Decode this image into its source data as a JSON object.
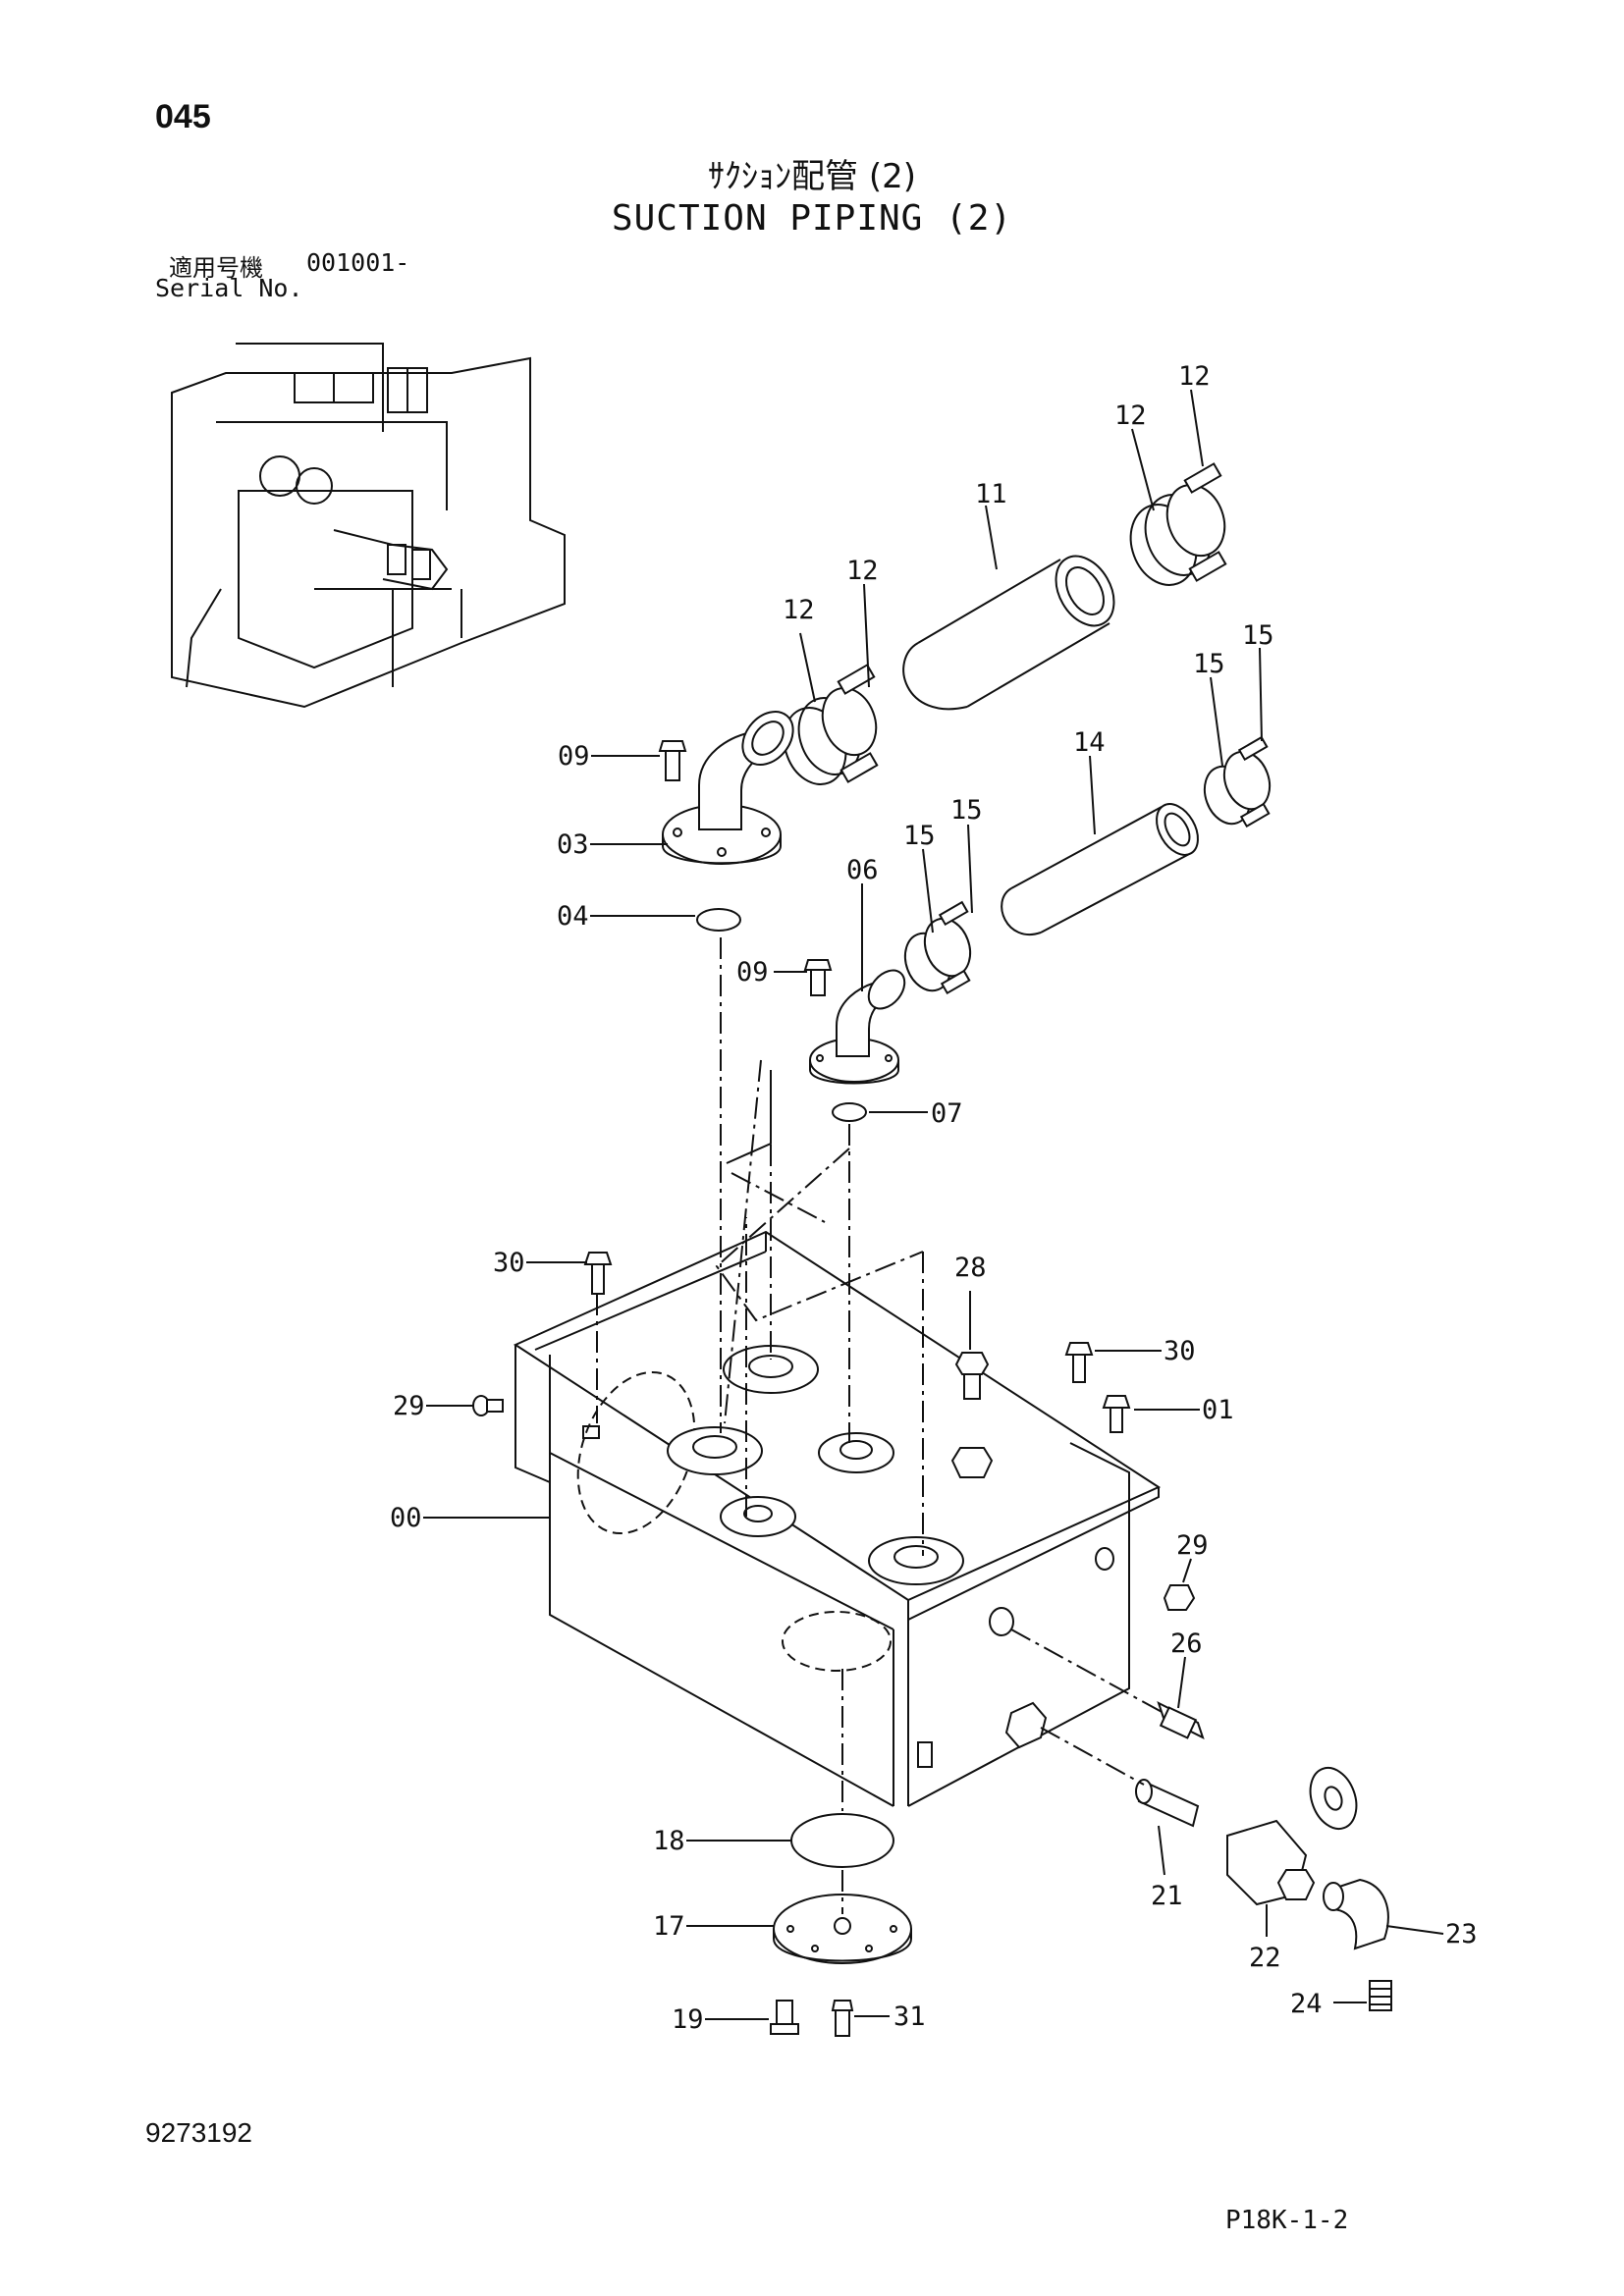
{
  "page_number": "045",
  "title_jp": "ｻｸｼｮﾝ配管 (2)",
  "title_en": "SUCTION PIPING (2)",
  "serial": {
    "label_jp": "適用号機",
    "label_en": "Serial No.",
    "value": "001001-"
  },
  "doc_number": "9273192",
  "figure_ref": "P18K-1-2",
  "callouts": {
    "c12a": "12",
    "c12b": "12",
    "c12c": "12",
    "c12d": "12",
    "c11": "11",
    "c15a": "15",
    "c15b": "15",
    "c15c": "15",
    "c15d": "15",
    "c14": "14",
    "c09a": "09",
    "c09b": "09",
    "c03": "03",
    "c04": "04",
    "c06": "06",
    "c07": "07",
    "c30a": "30",
    "c30b": "30",
    "c28": "28",
    "c29a": "29",
    "c29b": "29",
    "c01": "01",
    "c00": "00",
    "c26": "26",
    "c18": "18",
    "c17": "17",
    "c19": "19",
    "c31": "31",
    "c21": "21",
    "c22": "22",
    "c23": "23",
    "c24": "24"
  }
}
